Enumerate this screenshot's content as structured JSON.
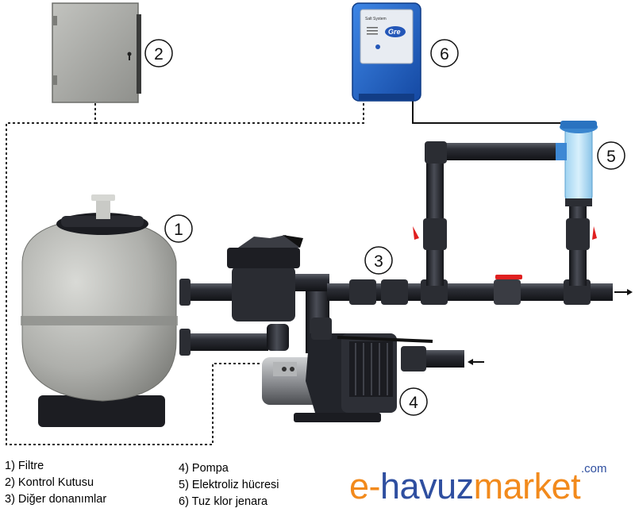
{
  "labels": {
    "n1": "1",
    "n2": "2",
    "n3": "3",
    "n4": "4",
    "n5": "5",
    "n6": "6"
  },
  "legend": {
    "left": [
      "1) Filtre",
      "2) Kontrol Kutusu",
      "3) Diğer donanımlar"
    ],
    "right": [
      "4) Pompa",
      "5) Elektroliz hücresi",
      "6) Tuz klor jenara"
    ]
  },
  "brand": {
    "e": "e",
    "dash": "-",
    "havuz": "havuz",
    "market": "market",
    "com": ".com"
  },
  "controller": {
    "line1": "Salt System",
    "logo": "Gre"
  },
  "colors": {
    "pipe": "#24262c",
    "filter": "#b6b7b3",
    "box": "#a9aaa6",
    "controller": "#1f63c4",
    "valve_handle": "#e02020",
    "brand_orange": "#f28a1c",
    "brand_blue": "#2f4fa0"
  },
  "icons": [
    "flow-in-arrow-icon",
    "flow-out-arrow-icon"
  ]
}
